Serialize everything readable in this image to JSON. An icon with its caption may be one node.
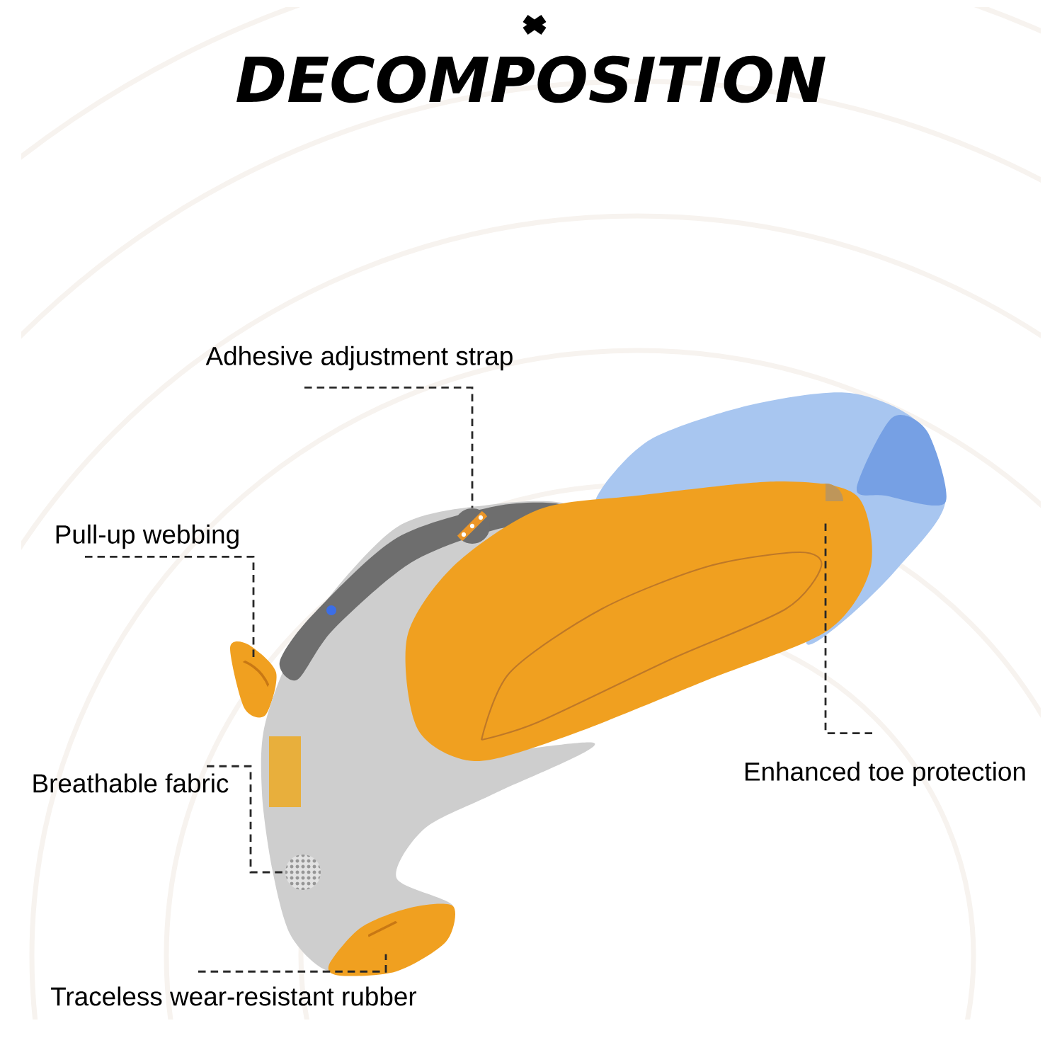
{
  "diagram": {
    "title": "DECOMPOSITION",
    "nodes": [
      {
        "text": [
          "Adhesive adjustment strap"
        ]
      },
      {
        "text": [
          "Pull-up webbing"
        ]
      },
      {
        "text": [
          "Breathable fabric"
        ]
      },
      {
        "text": [
          "Enhanced toe protection"
        ]
      },
      {
        "text": [
          "Traceless wear-resistant rubber"
        ]
      },
      {
        "text": [],
        "shape": "picture"
      },
      {
        "text": [],
        "shape": "picture"
      },
      {
        "text": [],
        "shape": "picture"
      },
      {
        "text": [],
        "shape": "picture"
      },
      {
        "text": [],
        "shape": "picture"
      }
    ],
    "edges": [
      {
        "from": 0,
        "to": 5,
        "arrow": "none",
        "style": "dashed"
      },
      {
        "from": 1,
        "to": 6,
        "arrow": "none",
        "style": "dashed"
      },
      {
        "from": 2,
        "to": 7,
        "arrow": "none",
        "style": "dashed"
      },
      {
        "from": 3,
        "to": 8,
        "arrow": "none",
        "style": "dashed"
      },
      {
        "from": 4,
        "to": 9,
        "arrow": "none",
        "style": "dashed"
      }
    ]
  }
}
